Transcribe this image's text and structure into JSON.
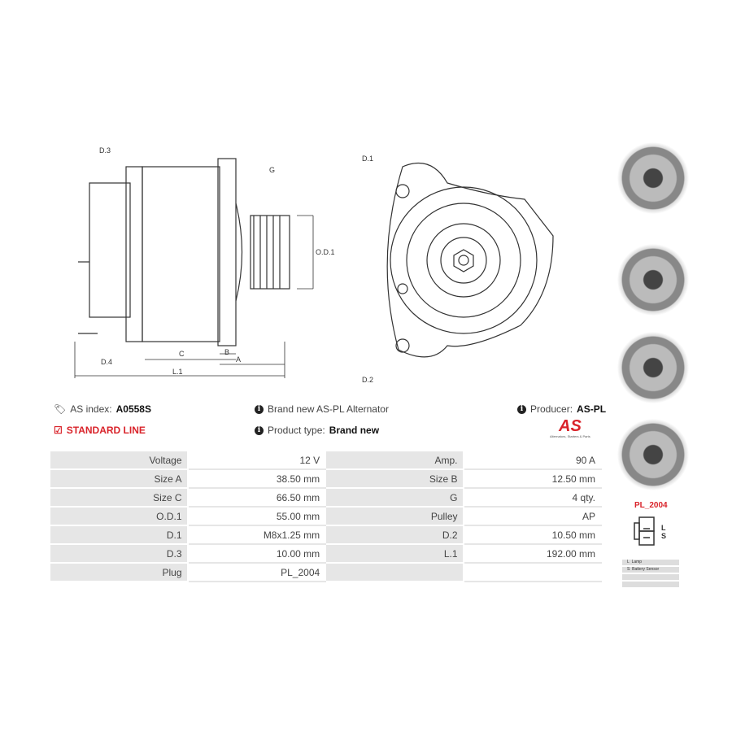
{
  "drawing_labels": {
    "d3": "D.3",
    "d4": "D.4",
    "g": "G",
    "od1": "O.D.1",
    "c": "C",
    "b": "B",
    "a": "A",
    "l1": "L.1",
    "d1": "D.1",
    "d2": "D.2"
  },
  "info": {
    "as_index_label": "AS index:",
    "as_index_value": "A0558S",
    "standard_line": "STANDARD LINE",
    "desc": "Brand new AS-PL Alternator",
    "product_type_label": "Product type:",
    "product_type_value": "Brand new",
    "producer_label": "Producer:",
    "producer_value": "AS-PL",
    "logo_text": "AS",
    "logo_tagline": "Alternators, Starters & Parts"
  },
  "specs": [
    [
      "Voltage",
      "12 V",
      "Amp.",
      "90 A"
    ],
    [
      "Size A",
      "38.50 mm",
      "Size B",
      "12.50 mm"
    ],
    [
      "Size C",
      "66.50 mm",
      "G",
      "4 qty."
    ],
    [
      "O.D.1",
      "55.00 mm",
      "Pulley",
      "AP"
    ],
    [
      "D.1",
      "M8x1.25 mm",
      "D.2",
      "10.50 mm"
    ],
    [
      "D.3",
      "10.00 mm",
      "L.1",
      "192.00 mm"
    ],
    [
      "Plug",
      "PL_2004",
      "",
      ""
    ]
  ],
  "plug": {
    "title": "PL_2004",
    "pin_l": "L",
    "pin_s": "S",
    "legend": [
      [
        "L",
        "Lamp"
      ],
      [
        "S",
        "Battery Sensor"
      ]
    ]
  },
  "colors": {
    "accent": "#d9232a"
  }
}
